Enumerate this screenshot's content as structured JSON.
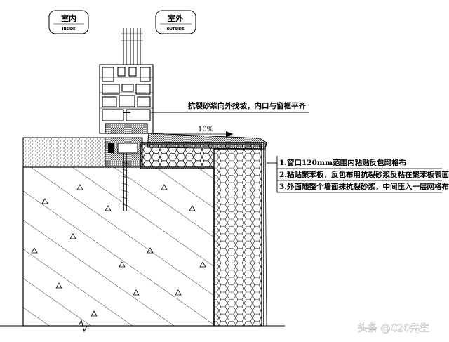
{
  "labels": {
    "indoor": {
      "main": "室内",
      "sub": "INSIDE"
    },
    "outdoor": {
      "main": "室外",
      "sub": "OUTSIDE"
    }
  },
  "annotation_top": "抗裂砂浆向外找坡，内口与窗框平齐",
  "slope": "10%",
  "notes": [
    "1.窗口120mm范围内粘贴反包网格布",
    "2.粘贴聚苯板，反包布用抗裂砂浆反粘在聚苯板表面",
    "3.外面随整个墙面抹抗裂砂浆，中间压入一层网格布"
  ],
  "watermark": "头条 @C20先生"
}
